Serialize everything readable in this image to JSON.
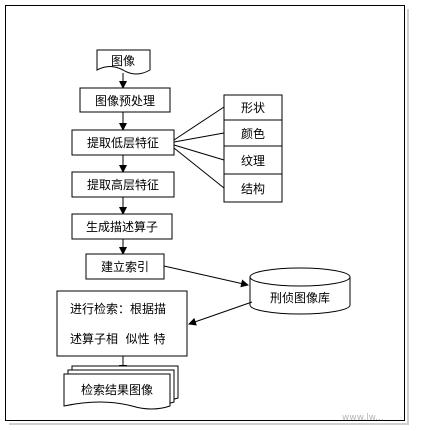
{
  "nodes": {
    "image": "图像",
    "preprocess": "图像预处理",
    "low_features": "提取低层特征",
    "shape": "形状",
    "color": "颜色",
    "texture": "纹理",
    "structure": "结构",
    "high_features": "提取高层特征",
    "descriptor": "生成描述算子",
    "index": "建立索引",
    "database": "刑侦图像库",
    "retrieval_line1": "进行检索：根据描",
    "retrieval_line2": "述算子相  似性 特",
    "results": "检索结果图像"
  },
  "colors": {
    "stroke": "#000000",
    "background": "#ffffff"
  },
  "watermark": "www.lw..."
}
